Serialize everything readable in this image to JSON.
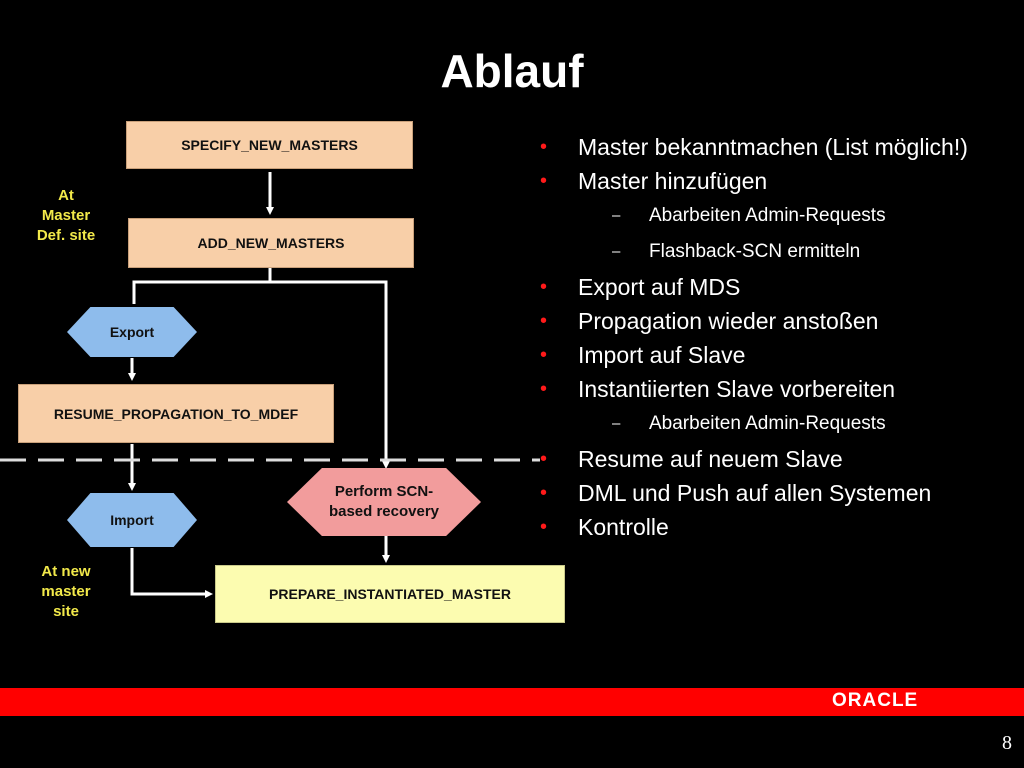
{
  "title": "Ablauf",
  "diagram": {
    "specify": "SPECIFY_NEW_MASTERS",
    "add": "ADD_NEW_MASTERS",
    "export": "Export",
    "resume": "RESUME_PROPAGATION_TO_MDEF",
    "import": "Import",
    "perform_line1": "Perform SCN-",
    "perform_line2": "based recovery",
    "prepare": "PREPARE_INSTANTIATED_MASTER",
    "side_master": [
      "At",
      "Master",
      "Def. site"
    ],
    "side_new": [
      "At new",
      "master",
      "site"
    ]
  },
  "bullets": [
    {
      "level": 1,
      "text": "Master bekanntmachen (List möglich!)"
    },
    {
      "level": 1,
      "text": "Master hinzufügen"
    },
    {
      "level": 2,
      "text": "Abarbeiten Admin-Requests"
    },
    {
      "level": 2,
      "text": "Flashback-SCN ermitteln"
    },
    {
      "level": 1,
      "text": "Export auf MDS"
    },
    {
      "level": 1,
      "text": "Propagation wieder anstoßen"
    },
    {
      "level": 1,
      "text": "Import auf Slave"
    },
    {
      "level": 1,
      "text": "Instantiierten Slave vorbereiten"
    },
    {
      "level": 2,
      "text": "Abarbeiten Admin-Requests"
    },
    {
      "level": 1,
      "text": "Resume auf neuem Slave"
    },
    {
      "level": 1,
      "text": "DML und Push auf allen Systemen"
    },
    {
      "level": 1,
      "text": "Kontrolle"
    }
  ],
  "bullet_glyph": "•",
  "dash_glyph": "–",
  "footer": {
    "logo": "ORACLE",
    "page": "8"
  },
  "colors": {
    "accent_red": "#ff0000",
    "side_label": "#f2e94a",
    "hex_blue": "#8ebcec",
    "hex_pink": "#f29c9c"
  }
}
